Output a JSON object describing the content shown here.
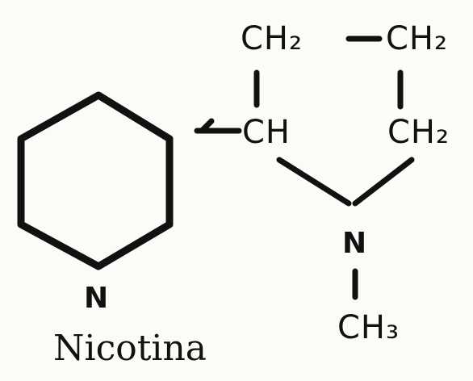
{
  "diagram": {
    "title": "Nicotina",
    "pyridine_ring": {
      "heteroatom": "N"
    },
    "pyrrolidine_ring": {
      "groups": {
        "ch2_top_left": "CH2",
        "ch2_top_right": "CH2",
        "ch_linked": "CH",
        "ch2_right": "CH2",
        "n_atom": "N",
        "methyl": "CH3"
      },
      "formatted": {
        "ch2_top_left": "CH₂",
        "ch2_top_right": "CH₂",
        "ch2_right": "CH₂",
        "methyl": "CH₃"
      }
    },
    "ink_color": "#111111",
    "paper_color": "#fbfbf8"
  }
}
